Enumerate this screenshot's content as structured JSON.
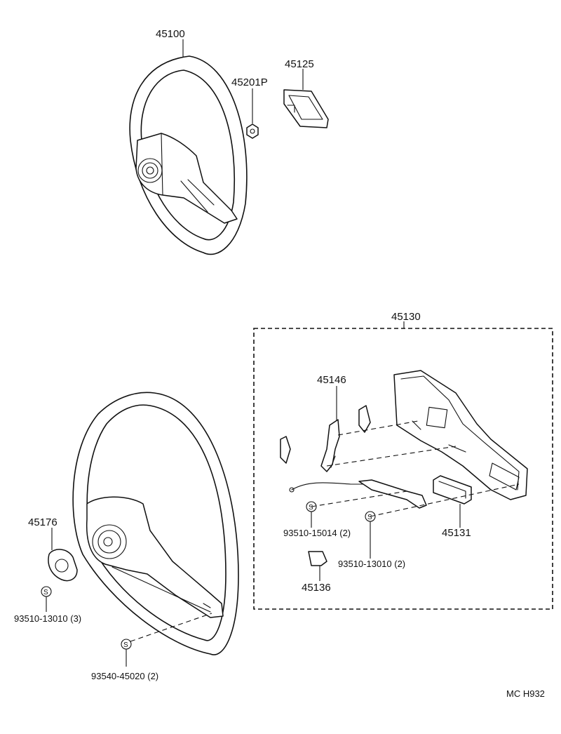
{
  "diagram": {
    "labels": {
      "wheel_upper": "45100",
      "nut": "45201P",
      "pad_small": "45125",
      "assembly": "45130",
      "bracket": "45146",
      "pad_insert": "45131",
      "clip": "45136",
      "plate": "45176",
      "screw_a": "93510-15014 (2)",
      "screw_b": "93510-13010 (2)",
      "screw_c": "93510-13010 (3)",
      "screw_d": "93540-45020 (2)"
    },
    "s_mark": "S",
    "footer_code": "MC H932"
  }
}
